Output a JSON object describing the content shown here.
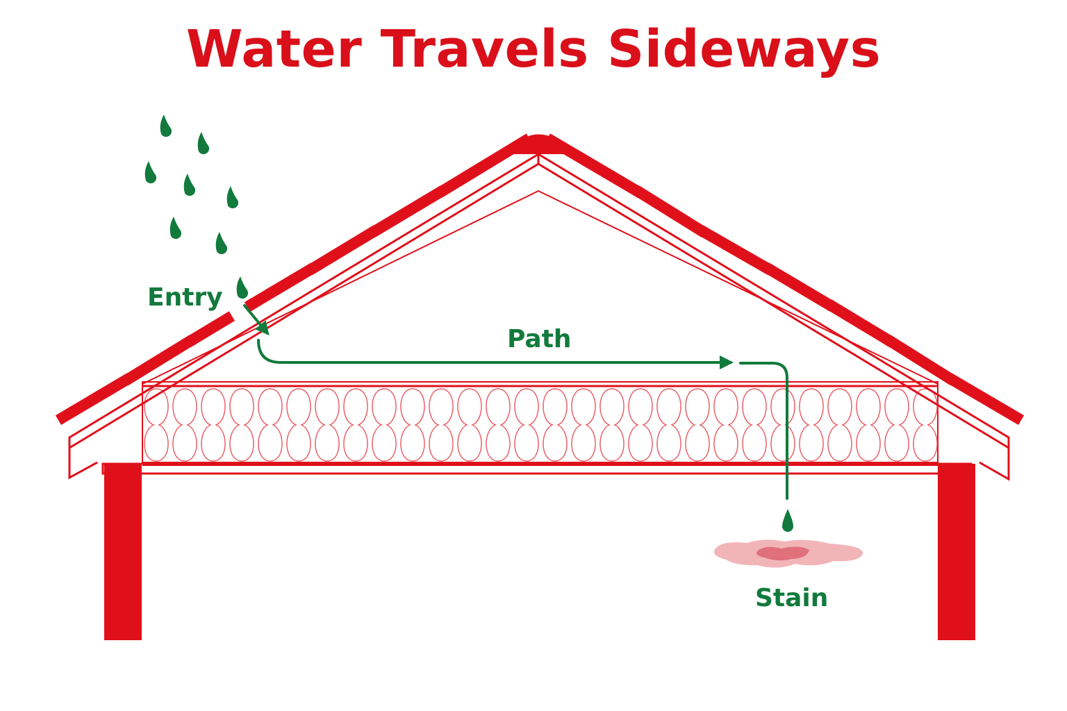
{
  "title": "Water Travels Sideways",
  "labels": {
    "entry": "Entry",
    "path": "Path",
    "stain": "Stain"
  },
  "colors": {
    "roof_red": "#e0101b",
    "water_green": "#127a3c",
    "stain_pink": "#e88a8f",
    "background": "#ffffff"
  },
  "icons": [
    "raindrop-icon",
    "arrow-icon",
    "stain-icon"
  ]
}
